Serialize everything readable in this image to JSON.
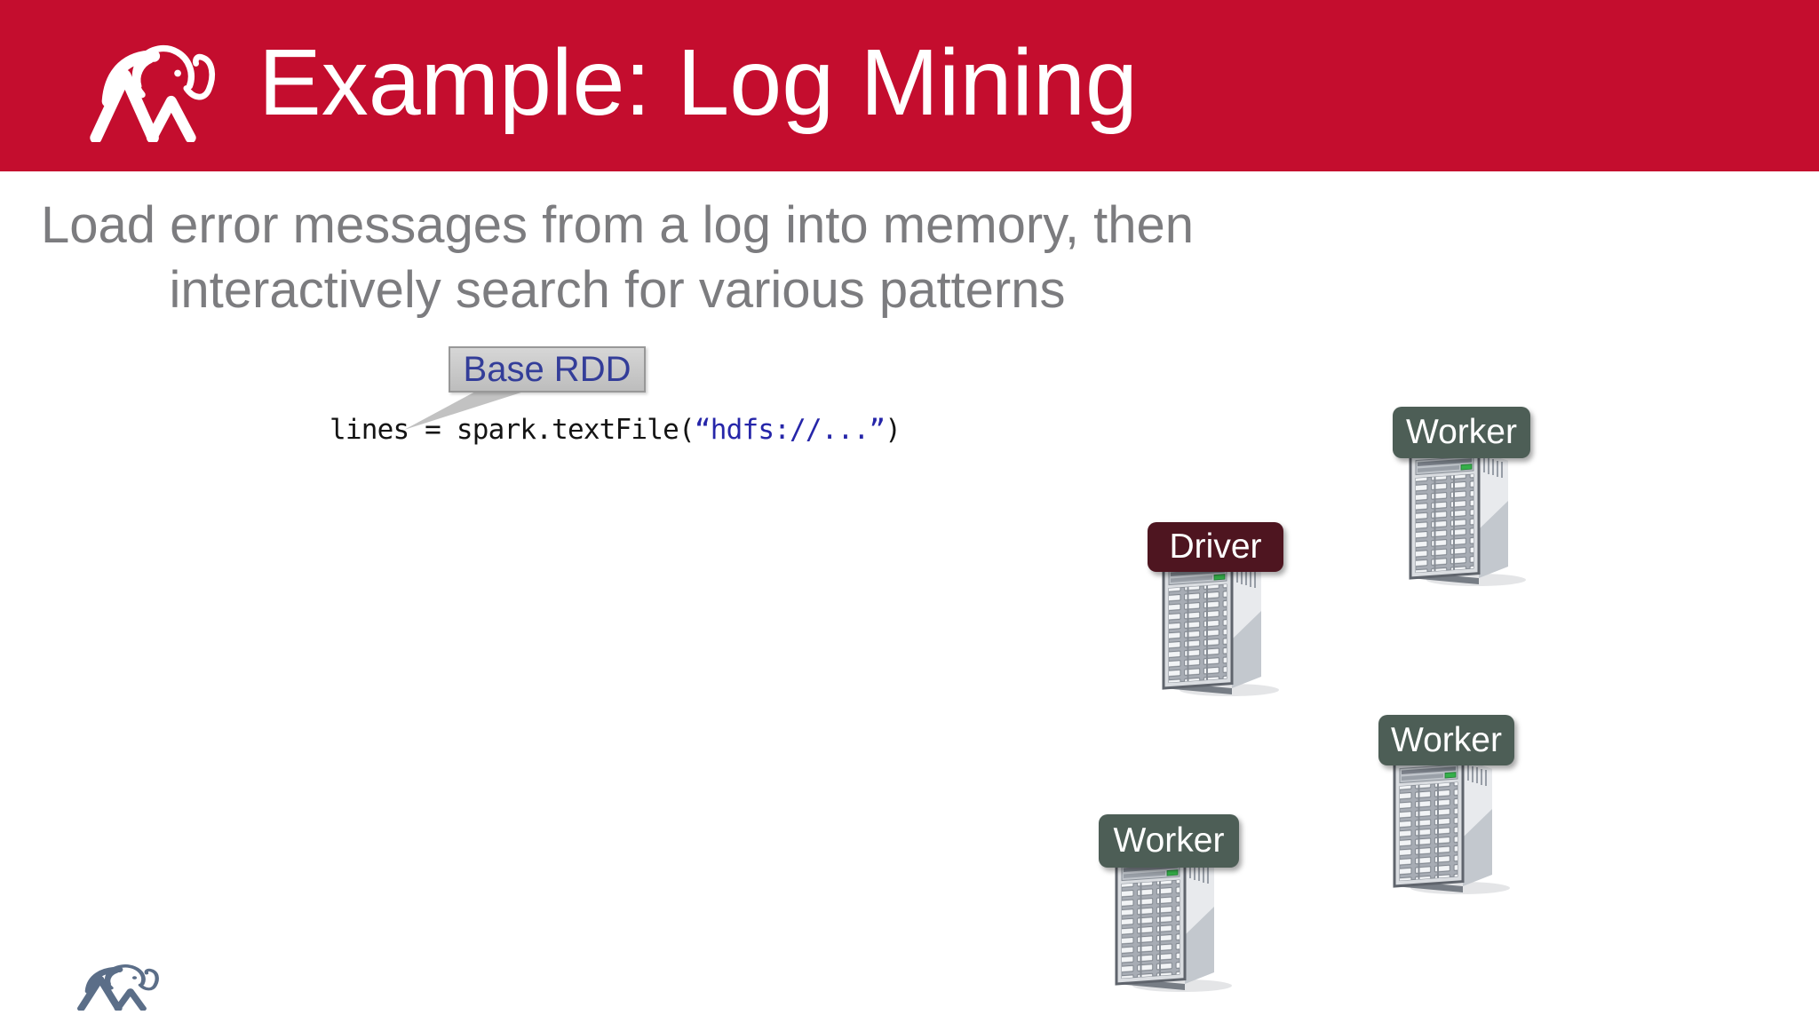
{
  "slide": {
    "header": {
      "title": "Example: Log Mining",
      "background_color": "#C40D2E",
      "logo_icon": "elephant-logo",
      "title_color": "#FFFFFF"
    },
    "subtitle": {
      "line1": "Load error messages from a log into memory, then",
      "line2": "interactively search for various patterns",
      "color": "#7C7C7F"
    },
    "callout": {
      "label": "Base RDD",
      "text_color": "#333D99",
      "background_color": "#C6C6C6"
    },
    "code": {
      "pre": "lines = spark.textFile(",
      "string": "“hdfs://...”",
      "post": ")",
      "string_color": "#2626A9",
      "text_color": "#141414"
    },
    "cluster": {
      "driver": {
        "label": "Driver",
        "badge_color": "#4E1520"
      },
      "workers": [
        {
          "label": "Worker",
          "position": "top-right"
        },
        {
          "label": "Worker",
          "position": "middle-right"
        },
        {
          "label": "Worker",
          "position": "bottom-center"
        }
      ],
      "worker_badge_color": "#4D5E56",
      "node_icon": "server-tower"
    },
    "footer": {
      "logo_icon": "elephant-logo",
      "logo_color": "#5B6E88"
    }
  }
}
